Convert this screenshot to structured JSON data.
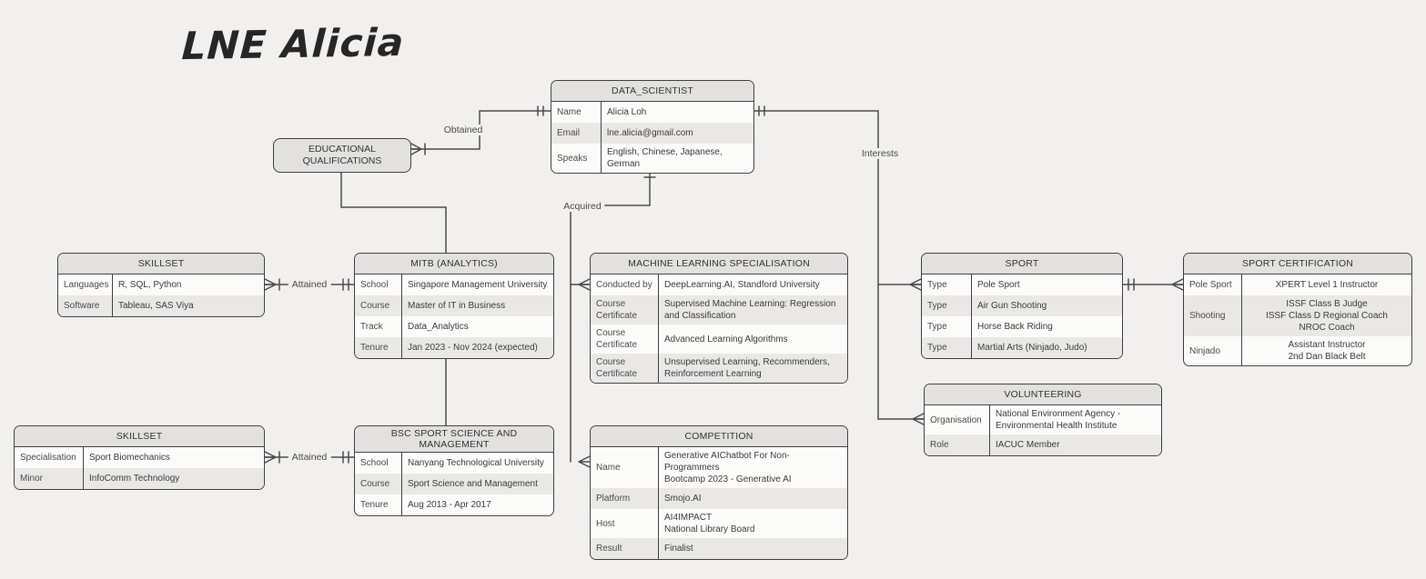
{
  "title": "LNE Alicia",
  "colors": {
    "background": "#f1f0ee",
    "entity_header_fill": "#e2e1df",
    "row_fill": "#fbfbfa",
    "row_alt_fill": "#e9e8e6",
    "border": "#3f3f3f",
    "connector": "#4a4a4a"
  },
  "connector_labels": {
    "obtained": "Obtained",
    "acquired": "Acquired",
    "interests": "Interests",
    "attained_mitb": "Attained",
    "attained_bsc": "Attained"
  },
  "entities": {
    "data_scientist": {
      "title": "DATA_SCIENTIST",
      "rows": [
        {
          "label": "Name",
          "value": "Alicia Loh"
        },
        {
          "label": "Email",
          "value": "lne.alicia@gmail.com"
        },
        {
          "label": "Speaks",
          "value": "English, Chinese, Japanese, German"
        }
      ]
    },
    "educational_qualifications": {
      "title": "EDUCATIONAL QUALIFICATIONS"
    },
    "skillset_mitb": {
      "title": "SKILLSET",
      "rows": [
        {
          "label": "Languages",
          "value": "R, SQL, Python"
        },
        {
          "label": "Software",
          "value": "Tableau, SAS Viya"
        }
      ]
    },
    "mitb": {
      "title": "MITB (ANALYTICS)",
      "rows": [
        {
          "label": "School",
          "value": "Singapore Management University"
        },
        {
          "label": "Course",
          "value": "Master of IT in Business"
        },
        {
          "label": "Track",
          "value": "Data_Analytics"
        },
        {
          "label": "Tenure",
          "value": "Jan 2023 - Nov 2024 (expected)"
        }
      ]
    },
    "ml_specialisation": {
      "title": "MACHINE LEARNING SPECIALISATION",
      "rows": [
        {
          "label": "Conducted by",
          "value": "DeepLearning.AI, Standford University"
        },
        {
          "label": "Course Certificate",
          "value": "Supervised Machine Learning: Regression and Classification"
        },
        {
          "label": "Course Certificate",
          "value": "Advanced Learning Algorithms"
        },
        {
          "label": "Course Certificate",
          "value": "Unsupervised Learning, Recommenders, Reinforcement Learning"
        }
      ]
    },
    "sport": {
      "title": "SPORT",
      "rows": [
        {
          "label": "Type",
          "value": "Pole Sport"
        },
        {
          "label": "Type",
          "value": "Air Gun Shooting"
        },
        {
          "label": "Type",
          "value": "Horse Back Riding"
        },
        {
          "label": "Type",
          "value": "Martial Arts (Ninjado, Judo)"
        }
      ]
    },
    "sport_certification": {
      "title": "SPORT CERTIFICATION",
      "rows": [
        {
          "label": "Pole Sport",
          "value": "XPERT Level 1 Instructor"
        },
        {
          "label": "Shooting",
          "value": "ISSF Class B Judge\nISSF Class D Regional Coach\nNROC Coach"
        },
        {
          "label": "Ninjado",
          "value": "Assistant Instructor\n2nd Dan Black Belt"
        }
      ]
    },
    "volunteering": {
      "title": "VOLUNTEERING",
      "rows": [
        {
          "label": "Organisation",
          "value": "National Environment Agency -\nEnvironmental Health Institute"
        },
        {
          "label": "Role",
          "value": "IACUC Member"
        }
      ]
    },
    "skillset_bsc": {
      "title": "SKILLSET",
      "rows": [
        {
          "label": "Specialisation",
          "value": "Sport Biomechanics"
        },
        {
          "label": "Minor",
          "value": "InfoComm Technology"
        }
      ]
    },
    "bsc": {
      "title": "BSC SPORT SCIENCE AND MANAGEMENT",
      "rows": [
        {
          "label": "School",
          "value": "Nanyang Technological University"
        },
        {
          "label": "Course",
          "value": "Sport Science and Management"
        },
        {
          "label": "Tenure",
          "value": "Aug 2013 - Apr 2017"
        }
      ]
    },
    "competition": {
      "title": "COMPETITION",
      "rows": [
        {
          "label": "Name",
          "value": "Generative AIChatbot For Non-Programmers\nBootcamp 2023 - Generative AI"
        },
        {
          "label": "Platform",
          "value": "Smojo.AI"
        },
        {
          "label": "Host",
          "value": "AI4IMPACT\nNational Library Board"
        },
        {
          "label": "Result",
          "value": "Finalist"
        }
      ]
    }
  }
}
